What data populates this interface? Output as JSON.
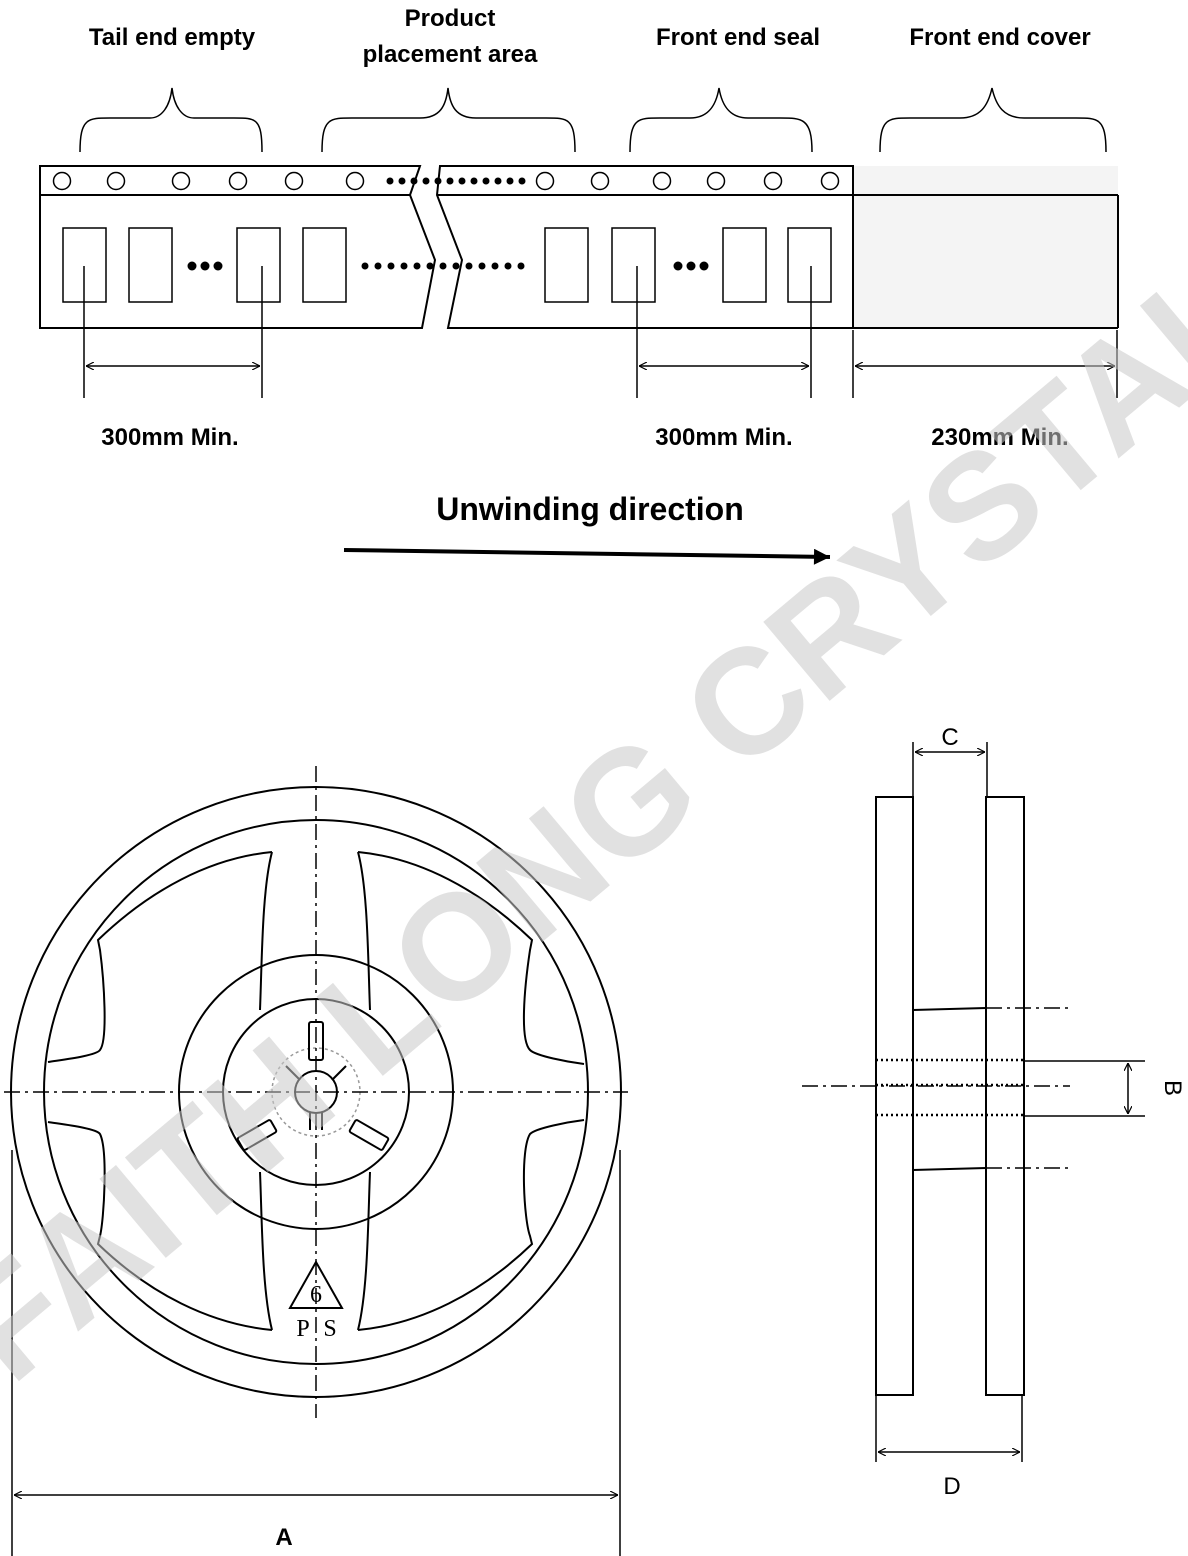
{
  "tape": {
    "sections": [
      {
        "label": "Tail end empty"
      },
      {
        "label_line1": "Product",
        "label_line2": "placement area"
      },
      {
        "label": "Front end seal"
      },
      {
        "label": "Front end cover"
      }
    ],
    "dimensions": [
      "300mm Min.",
      "300mm Min.",
      "230mm Min."
    ],
    "direction": "Unwinding direction"
  },
  "reel": {
    "dim_a": "A",
    "dim_b": "B",
    "dim_c": "C",
    "dim_d": "D",
    "hub_mark_number": "6",
    "hub_mark_p": "P",
    "hub_mark_s": "S"
  },
  "watermark": "FAITH LONG CRYSTAL"
}
